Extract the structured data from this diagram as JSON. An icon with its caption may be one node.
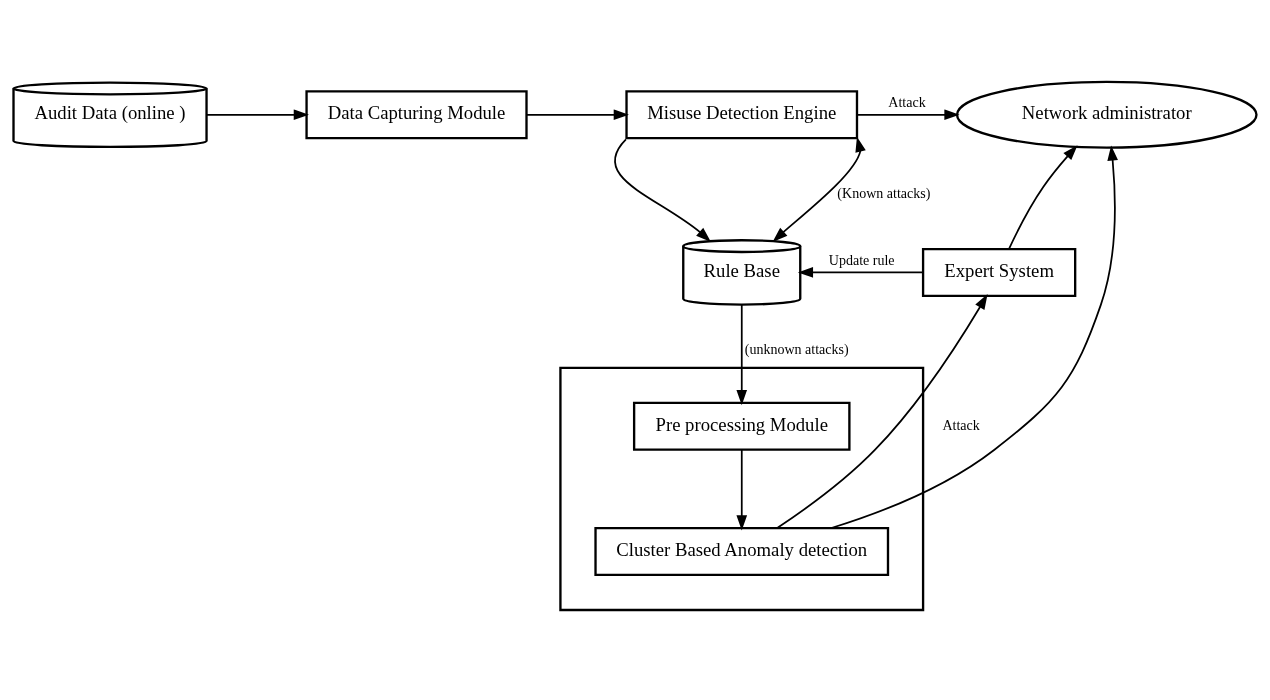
{
  "diagram": {
    "nodes": [
      {
        "text": [
          "Audit Data (online )"
        ]
      },
      {
        "text": [
          "Data Capturing Module"
        ]
      },
      {
        "text": [
          "Misuse Detection Engine"
        ]
      },
      {
        "text": [
          "Network administrator"
        ]
      },
      {
        "text": [
          "Rule Base"
        ]
      },
      {
        "text": [
          "Expert System"
        ]
      },
      {
        "text": [],
        "shape": "box"
      },
      {
        "text": [
          "Pre processing Module"
        ],
        "in": 6
      },
      {
        "text": [
          "Cluster Based Anomaly detection"
        ],
        "in": 6
      }
    ],
    "edges": [
      {
        "from": 0,
        "to": 1,
        "arrow": "to"
      },
      {
        "from": 1,
        "to": 2,
        "arrow": "to"
      },
      {
        "from": 2,
        "to": 3,
        "arrow": "to",
        "label": "Attack"
      },
      {
        "from": 2,
        "to": 4,
        "arrow": "to"
      },
      {
        "from": 4,
        "to": 2,
        "arrow": "both",
        "label": "(Known attacks)"
      },
      {
        "from": 5,
        "to": 4,
        "arrow": "to",
        "label": "Update rule"
      },
      {
        "from": 4,
        "to": 7,
        "arrow": "to",
        "label": "(unknown attacks)"
      },
      {
        "from": 5,
        "to": 3,
        "arrow": "to"
      },
      {
        "from": 8,
        "to": 5,
        "arrow": "to",
        "label": "Attack"
      },
      {
        "from": 8,
        "to": 3,
        "arrow": "to"
      },
      {
        "from": 7,
        "to": 8,
        "arrow": "to"
      }
    ]
  }
}
